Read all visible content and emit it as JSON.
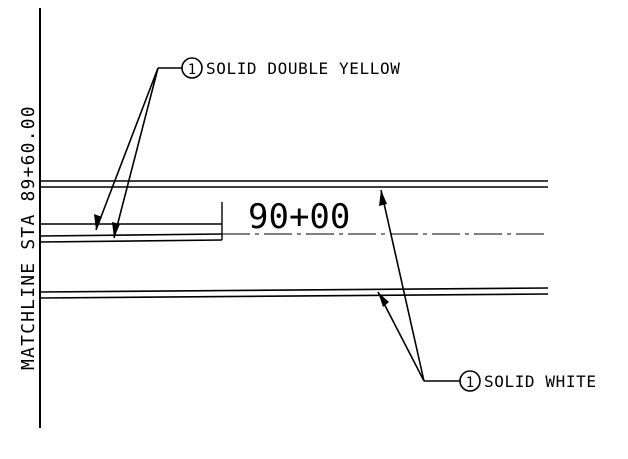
{
  "drawing": {
    "matchline_label": "MATCHLINE STA 89+60.00",
    "station_label": "90+00",
    "callouts": [
      {
        "number": "1",
        "text": "SOLID DOUBLE YELLOW"
      },
      {
        "number": "1",
        "text": "SOLID WHITE"
      }
    ]
  },
  "colors": {
    "ink": "#000000",
    "background": "#ffffff"
  }
}
